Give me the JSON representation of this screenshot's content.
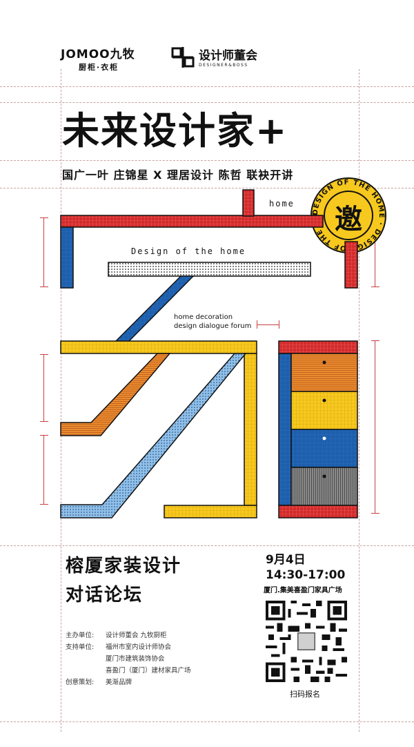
{
  "header": {
    "brand1": {
      "name": "JOMOO九牧",
      "sub": "厨柜·衣柜"
    },
    "brand2": {
      "name": "设计师董会",
      "sub": "DESIGNER&BOSS"
    }
  },
  "title": "未来设计家+",
  "speakers": "国广一叶 庄锦星 X 理居设计 陈哲 联袂开讲",
  "badge": {
    "char": "邀",
    "ring_text": "DESIGN OF THE HOME · DESIGN OF THE HOME ·"
  },
  "art_labels": {
    "home": "home",
    "design_of_home": "Design of the home",
    "forum_line1": "home decoration",
    "forum_line2": "design dialogue forum"
  },
  "event": {
    "title_line1": "榕厦家装设计",
    "title_line2": "对话论坛",
    "date": "9月4日",
    "time": "14:30-17:00",
    "place": "厦门.集美喜盈门家具广场"
  },
  "organizers": [
    {
      "key": "主办单位:",
      "value": "设计师董会 九牧厨柜"
    },
    {
      "key": "支持单位:",
      "value": "福州市室内设计师协会"
    },
    {
      "key": "",
      "value": "厦门市建筑装饰协会"
    },
    {
      "key": "",
      "value": "喜盈门（厦门）建材家具广场"
    },
    {
      "key": "创意策划:",
      "value": "美渐品牌"
    }
  ],
  "qr_caption": "扫码报名",
  "colors": {
    "red": "#d42a2a",
    "blue": "#1d5fad",
    "yellow": "#f7c81e",
    "orange": "#ea8a2e",
    "lightblue": "#8fc0ea",
    "gray": "#8a8a8a"
  }
}
